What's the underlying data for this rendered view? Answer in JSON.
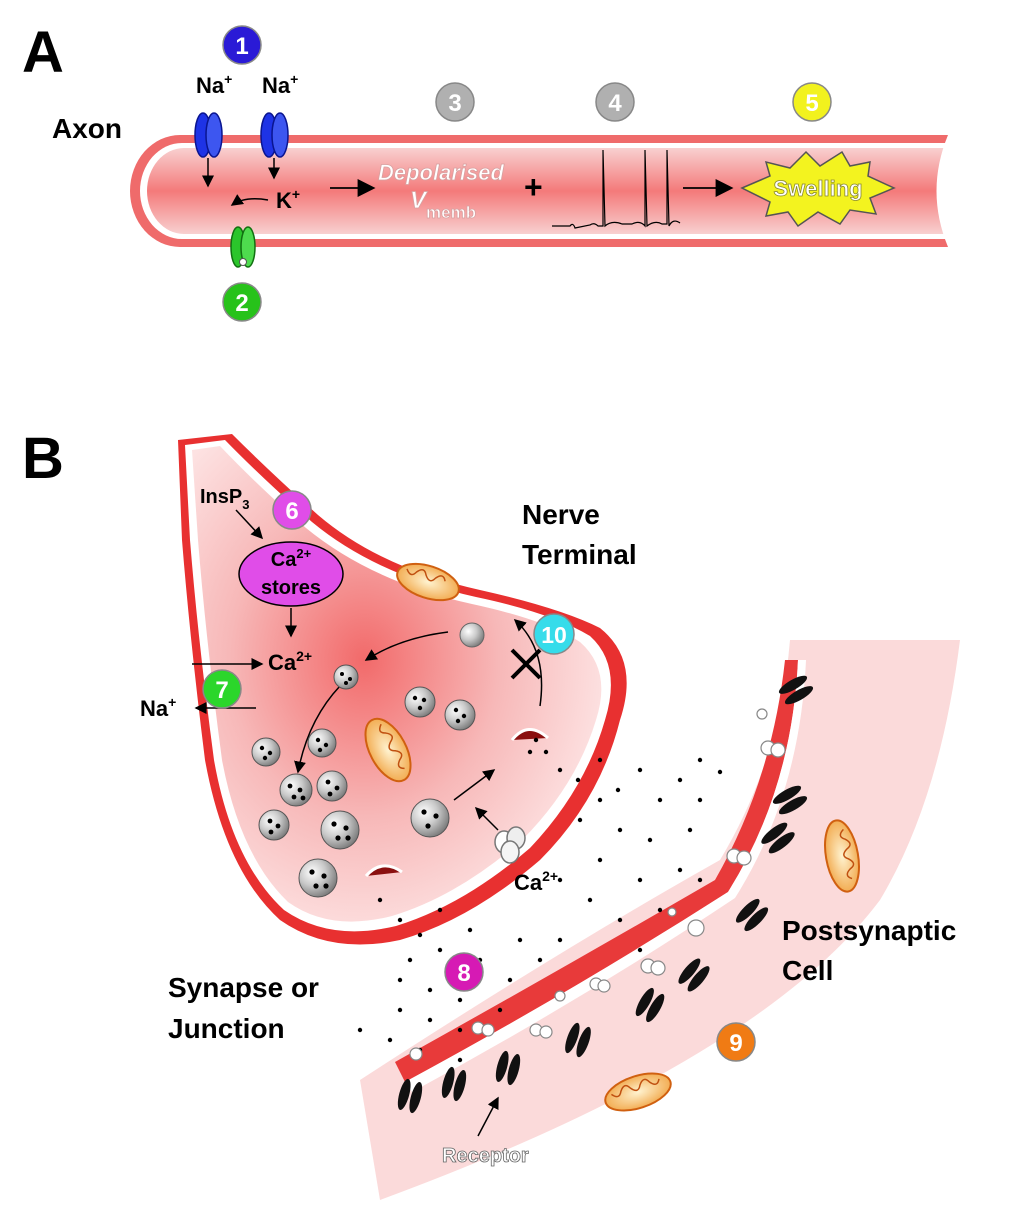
{
  "panel_a": {
    "letter": "A",
    "axon_label": "Axon",
    "na_label_1": "Na",
    "na_label_2": "Na",
    "plus_superscript": "+",
    "k_label": "K",
    "depolarised_text": "Depolarised",
    "v_text": "V",
    "memb_text": "memb",
    "plus_sign": "+",
    "swelling_text": "Swelling",
    "badges": [
      {
        "num": "1",
        "color": "#2a1ad6"
      },
      {
        "num": "2",
        "color": "#27c21a"
      },
      {
        "num": "3",
        "color": "#b0b0b0"
      },
      {
        "num": "4",
        "color": "#b0b0b0"
      },
      {
        "num": "5",
        "color": "#f2f21e"
      }
    ]
  },
  "panel_b": {
    "letter": "B",
    "insp3_text": "InsP",
    "insp3_subscript": "3",
    "ca_stores_line1": "Ca",
    "ca_stores_superscript": "2+",
    "ca_stores_line2": "stores",
    "ca_label": "Ca",
    "ca_superscript": "2+",
    "na_label": "Na",
    "na_superscript": "+",
    "ca_channel_label": "Ca",
    "ca_channel_superscript": "2+",
    "nerve_terminal_line1": "Nerve",
    "nerve_terminal_line2": "Terminal",
    "synapse_line1": "Synapse or",
    "synapse_line2": "Junction",
    "postsynaptic_line1": "Postsynaptic",
    "postsynaptic_line2": "Cell",
    "receptor_text": "Receptor",
    "badges": [
      {
        "num": "6",
        "color": "#e04de8"
      },
      {
        "num": "7",
        "color": "#2bd62b"
      },
      {
        "num": "8",
        "color": "#d61ab4"
      },
      {
        "num": "9",
        "color": "#f07b14"
      },
      {
        "num": "10",
        "color": "#36dcea"
      }
    ]
  },
  "colors": {
    "membrane": "#f06a6a",
    "membrane_dark": "#e02020",
    "cytoplasm": "#f8b5b5",
    "post_cell": "#fbd8d8"
  }
}
